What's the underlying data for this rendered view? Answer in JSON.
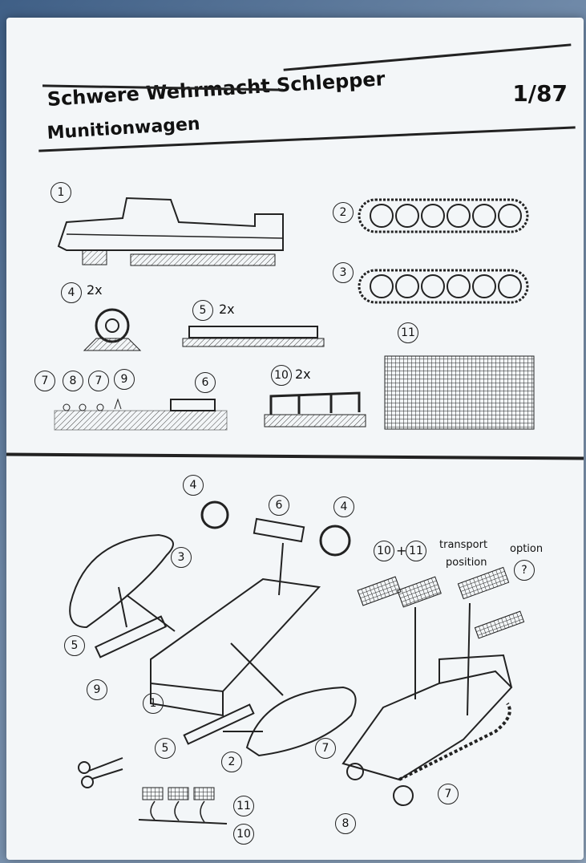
{
  "header": {
    "title_line1": "Schwere Wehrmacht Schlepper",
    "title_line2": "Munitionwagen",
    "scale": "1/87"
  },
  "parts": {
    "p1": "1",
    "p2": "2",
    "p3": "3",
    "p4": "4",
    "p5": "5",
    "p6": "6",
    "p7": "7",
    "p8": "8",
    "p9": "9",
    "p10": "10",
    "p11": "11",
    "qty_2x": "2x"
  },
  "assembly": {
    "plus": "+",
    "transport_label": "transport",
    "position_label": "position",
    "option_label": "option",
    "option_symbol": "?"
  }
}
